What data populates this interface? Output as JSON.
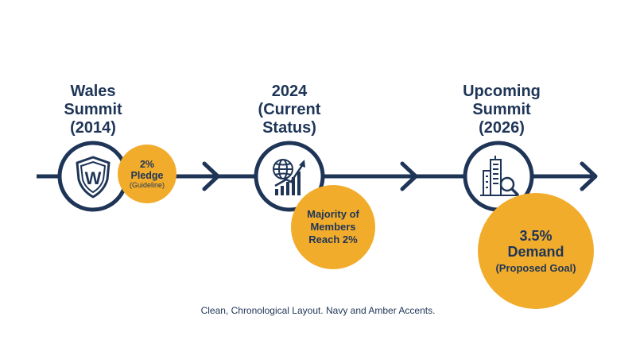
{
  "colors": {
    "navy": "#1f3557",
    "amber": "#f2ac2b",
    "background": "#ffffff"
  },
  "milestones": [
    {
      "title_lines": [
        "Wales",
        "Summit",
        "(2014)"
      ],
      "icon": "shield-w-icon",
      "bubble": {
        "lines": [
          "2%",
          "Pledge"
        ],
        "sub": "(Guideline)"
      }
    },
    {
      "title_lines": [
        "2024",
        "(Current",
        "Status)"
      ],
      "icon": "globe-growth-chart-icon",
      "bubble": {
        "lines": [
          "Majority of",
          "Members",
          "Reach 2%"
        ],
        "sub": ""
      }
    },
    {
      "title_lines": [
        "Upcoming",
        "Summit",
        "(2026)"
      ],
      "icon": "building-magnifier-icon",
      "bubble": {
        "lines": [
          "3.5%",
          "Demand"
        ],
        "sub": "(Proposed Goal)"
      }
    }
  ],
  "caption": "Clean, Chronological Layout. Navy and Amber Accents."
}
